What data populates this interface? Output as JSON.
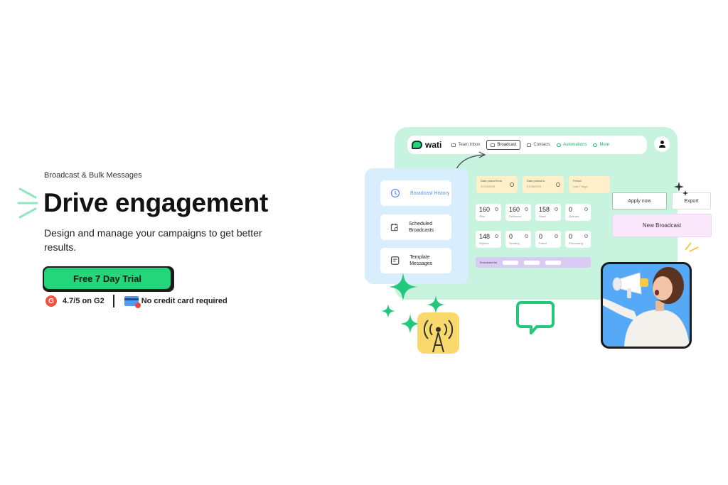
{
  "hero": {
    "eyebrow": "Broadcast & Bulk Messages",
    "headline": "Drive engagement",
    "subhead": "Design and manage your campaigns to get better results.",
    "cta_label": "Free 7 Day Trial",
    "rating_badge": "G",
    "rating_text": "4.7/5 on G2",
    "no_card_text": "No credit card required"
  },
  "mock_app": {
    "logo_text": "wati",
    "nav": [
      {
        "label": "Team Inbox"
      },
      {
        "label": "Broadcast"
      },
      {
        "label": "Contacts"
      },
      {
        "label": "Automations"
      },
      {
        "label": "More"
      }
    ],
    "side_menu": [
      {
        "label": "Broadcast History"
      },
      {
        "label": "Scheduled Broadcasts"
      },
      {
        "label": "Template Messages"
      }
    ],
    "date_filters": [
      {
        "label": "Date picked from",
        "value": "07/19/2023"
      },
      {
        "label": "Date picked to",
        "value": "07/26/2023"
      },
      {
        "label": "Period",
        "value": "Last 7 days"
      }
    ],
    "stats_row1": [
      {
        "value": "160",
        "label": "Sent"
      },
      {
        "value": "160",
        "label": "Delivered"
      },
      {
        "value": "158",
        "label": "Read"
      },
      {
        "value": "0",
        "label": "Queued"
      }
    ],
    "stats_row2": [
      {
        "value": "148",
        "label": "Replied"
      },
      {
        "value": "0",
        "label": "Sending"
      },
      {
        "value": "0",
        "label": "Failed"
      },
      {
        "value": "0",
        "label": "Processing"
      }
    ],
    "list_bar_label": "Broadcast list",
    "apply_label": "Apply now",
    "export_label": "Export",
    "new_broadcast_label": "New Broadcast"
  },
  "colors": {
    "accent_green": "#23d67a",
    "mint_panel": "#c8f3df",
    "side_panel_blue": "#d9eefd",
    "photo_blue": "#55a9f6",
    "tower_yellow": "#f9d96c"
  }
}
